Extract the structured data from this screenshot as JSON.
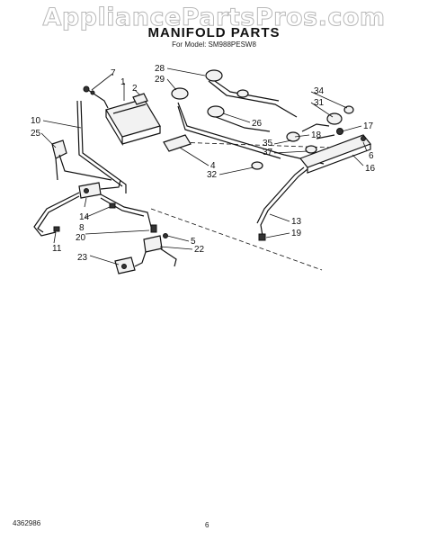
{
  "watermark": "AppliancePartsPros.com",
  "title": "MANIFOLD PARTS",
  "subtitle": "For Model: SM988PESW8",
  "footer": {
    "doc_number": "4362986",
    "page_number": "6"
  },
  "callouts": {
    "c7": "7",
    "c1": "1",
    "c2": "2",
    "c10": "10",
    "c25": "25",
    "c28": "28",
    "c29": "29",
    "c26": "26",
    "c34": "34",
    "c31": "31",
    "c17": "17",
    "c18": "18",
    "c35": "35",
    "c37": "37",
    "c6": "6",
    "c16": "16",
    "c4": "4",
    "c32": "32",
    "c14": "14",
    "c8": "8",
    "c20": "20",
    "c5": "5",
    "c22": "22",
    "c11": "11",
    "c23": "23",
    "c13": "13",
    "c19a": "19"
  }
}
